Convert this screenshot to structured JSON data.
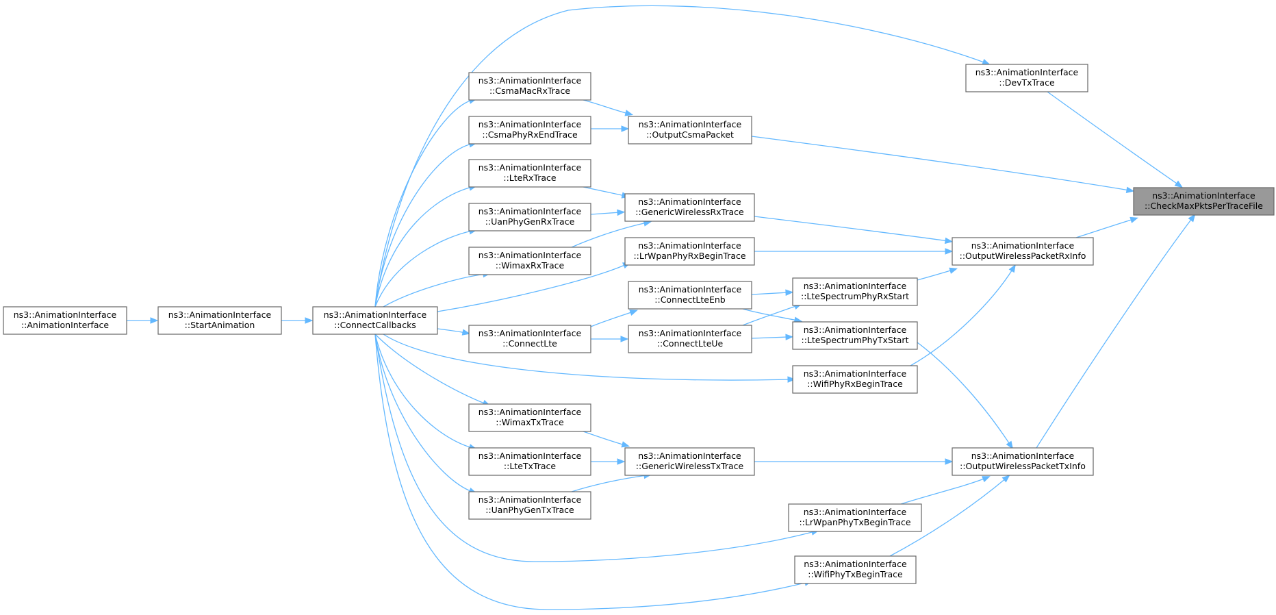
{
  "diagram": {
    "type": "call-graph",
    "edge_color": "#63b8ff",
    "highlight_fill": "#999999",
    "node_border": "#666666",
    "nodes": [
      {
        "id": "check",
        "line1": "ns3::AnimationInterface",
        "line2": "::CheckMaxPktsPerTraceFile",
        "highlight": true
      },
      {
        "id": "devtx",
        "line1": "ns3::AnimationInterface",
        "line2": "::DevTxTrace"
      },
      {
        "id": "outcsma",
        "line1": "ns3::AnimationInterface",
        "line2": "::OutputCsmaPacket"
      },
      {
        "id": "outrx",
        "line1": "ns3::AnimationInterface",
        "line2": "::OutputWirelessPacketRxInfo"
      },
      {
        "id": "outtx",
        "line1": "ns3::AnimationInterface",
        "line2": "::OutputWirelessPacketTxInfo"
      },
      {
        "id": "csmamac",
        "line1": "ns3::AnimationInterface",
        "line2": "::CsmaMacRxTrace"
      },
      {
        "id": "csmaphy",
        "line1": "ns3::AnimationInterface",
        "line2": "::CsmaPhyRxEndTrace"
      },
      {
        "id": "genrx",
        "line1": "ns3::AnimationInterface",
        "line2": "::GenericWirelessRxTrace"
      },
      {
        "id": "lrwrx",
        "line1": "ns3::AnimationInterface",
        "line2": "::LrWpanPhyRxBeginTrace"
      },
      {
        "id": "ltespecrx",
        "line1": "ns3::AnimationInterface",
        "line2": "::LteSpectrumPhyRxStart"
      },
      {
        "id": "ltespectx",
        "line1": "ns3::AnimationInterface",
        "line2": "::LteSpectrumPhyTxStart"
      },
      {
        "id": "wifirx",
        "line1": "ns3::AnimationInterface",
        "line2": "::WifiPhyRxBeginTrace"
      },
      {
        "id": "gentx",
        "line1": "ns3::AnimationInterface",
        "line2": "::GenericWirelessTxTrace"
      },
      {
        "id": "lrwtx",
        "line1": "ns3::AnimationInterface",
        "line2": "::LrWpanPhyTxBeginTrace"
      },
      {
        "id": "wifitx",
        "line1": "ns3::AnimationInterface",
        "line2": "::WifiPhyTxBeginTrace"
      },
      {
        "id": "connectcb",
        "line1": "ns3::AnimationInterface",
        "line2": "::ConnectCallbacks"
      },
      {
        "id": "ltrx",
        "line1": "ns3::AnimationInterface",
        "line2": "::LteRxTrace"
      },
      {
        "id": "uanrx",
        "line1": "ns3::AnimationInterface",
        "line2": "::UanPhyGenRxTrace"
      },
      {
        "id": "wimaxrx",
        "line1": "ns3::AnimationInterface",
        "line2": "::WimaxRxTrace"
      },
      {
        "id": "connectenb",
        "line1": "ns3::AnimationInterface",
        "line2": "::ConnectLteEnb"
      },
      {
        "id": "connectue",
        "line1": "ns3::AnimationInterface",
        "line2": "::ConnectLteUe"
      },
      {
        "id": "connectlte",
        "line1": "ns3::AnimationInterface",
        "line2": "::ConnectLte"
      },
      {
        "id": "wimaxtx",
        "line1": "ns3::AnimationInterface",
        "line2": "::WimaxTxTrace"
      },
      {
        "id": "ltetx",
        "line1": "ns3::AnimationInterface",
        "line2": "::LteTxTrace"
      },
      {
        "id": "uantx",
        "line1": "ns3::AnimationInterface",
        "line2": "::UanPhyGenTxTrace"
      },
      {
        "id": "start",
        "line1": "ns3::AnimationInterface",
        "line2": "::StartAnimation"
      },
      {
        "id": "ctor",
        "line1": "ns3::AnimationInterface",
        "line2": "::AnimationInterface"
      }
    ],
    "edges": [
      {
        "from": "devtx",
        "to": "check"
      },
      {
        "from": "outcsma",
        "to": "check"
      },
      {
        "from": "outrx",
        "to": "check"
      },
      {
        "from": "outtx",
        "to": "check"
      },
      {
        "from": "csmamac",
        "to": "outcsma"
      },
      {
        "from": "csmaphy",
        "to": "outcsma"
      },
      {
        "from": "genrx",
        "to": "outrx"
      },
      {
        "from": "lrwrx",
        "to": "outrx"
      },
      {
        "from": "ltespecrx",
        "to": "outrx"
      },
      {
        "from": "wifirx",
        "to": "outrx"
      },
      {
        "from": "gentx",
        "to": "outtx"
      },
      {
        "from": "ltespectx",
        "to": "outtx"
      },
      {
        "from": "lrwtx",
        "to": "outtx"
      },
      {
        "from": "wifitx",
        "to": "outtx"
      },
      {
        "from": "connectcb",
        "to": "devtx"
      },
      {
        "from": "connectcb",
        "to": "csmamac"
      },
      {
        "from": "connectcb",
        "to": "csmaphy"
      },
      {
        "from": "connectcb",
        "to": "ltrx"
      },
      {
        "from": "connectcb",
        "to": "uanrx"
      },
      {
        "from": "connectcb",
        "to": "wimaxrx"
      },
      {
        "from": "connectcb",
        "to": "lrwrx"
      },
      {
        "from": "connectcb",
        "to": "connectlte"
      },
      {
        "from": "connectcb",
        "to": "wifirx"
      },
      {
        "from": "connectcb",
        "to": "wimaxtx"
      },
      {
        "from": "connectcb",
        "to": "ltetx"
      },
      {
        "from": "connectcb",
        "to": "uantx"
      },
      {
        "from": "connectcb",
        "to": "lrwtx"
      },
      {
        "from": "connectcb",
        "to": "wifitx"
      },
      {
        "from": "ltrx",
        "to": "genrx"
      },
      {
        "from": "uanrx",
        "to": "genrx"
      },
      {
        "from": "wimaxrx",
        "to": "genrx"
      },
      {
        "from": "wimaxtx",
        "to": "gentx"
      },
      {
        "from": "ltetx",
        "to": "gentx"
      },
      {
        "from": "uantx",
        "to": "gentx"
      },
      {
        "from": "connectlte",
        "to": "connectenb"
      },
      {
        "from": "connectlte",
        "to": "connectue"
      },
      {
        "from": "connectenb",
        "to": "ltespecrx"
      },
      {
        "from": "connectenb",
        "to": "ltespectx"
      },
      {
        "from": "connectue",
        "to": "ltespecrx"
      },
      {
        "from": "connectue",
        "to": "ltespectx"
      },
      {
        "from": "start",
        "to": "connectcb"
      },
      {
        "from": "ctor",
        "to": "start"
      }
    ]
  }
}
